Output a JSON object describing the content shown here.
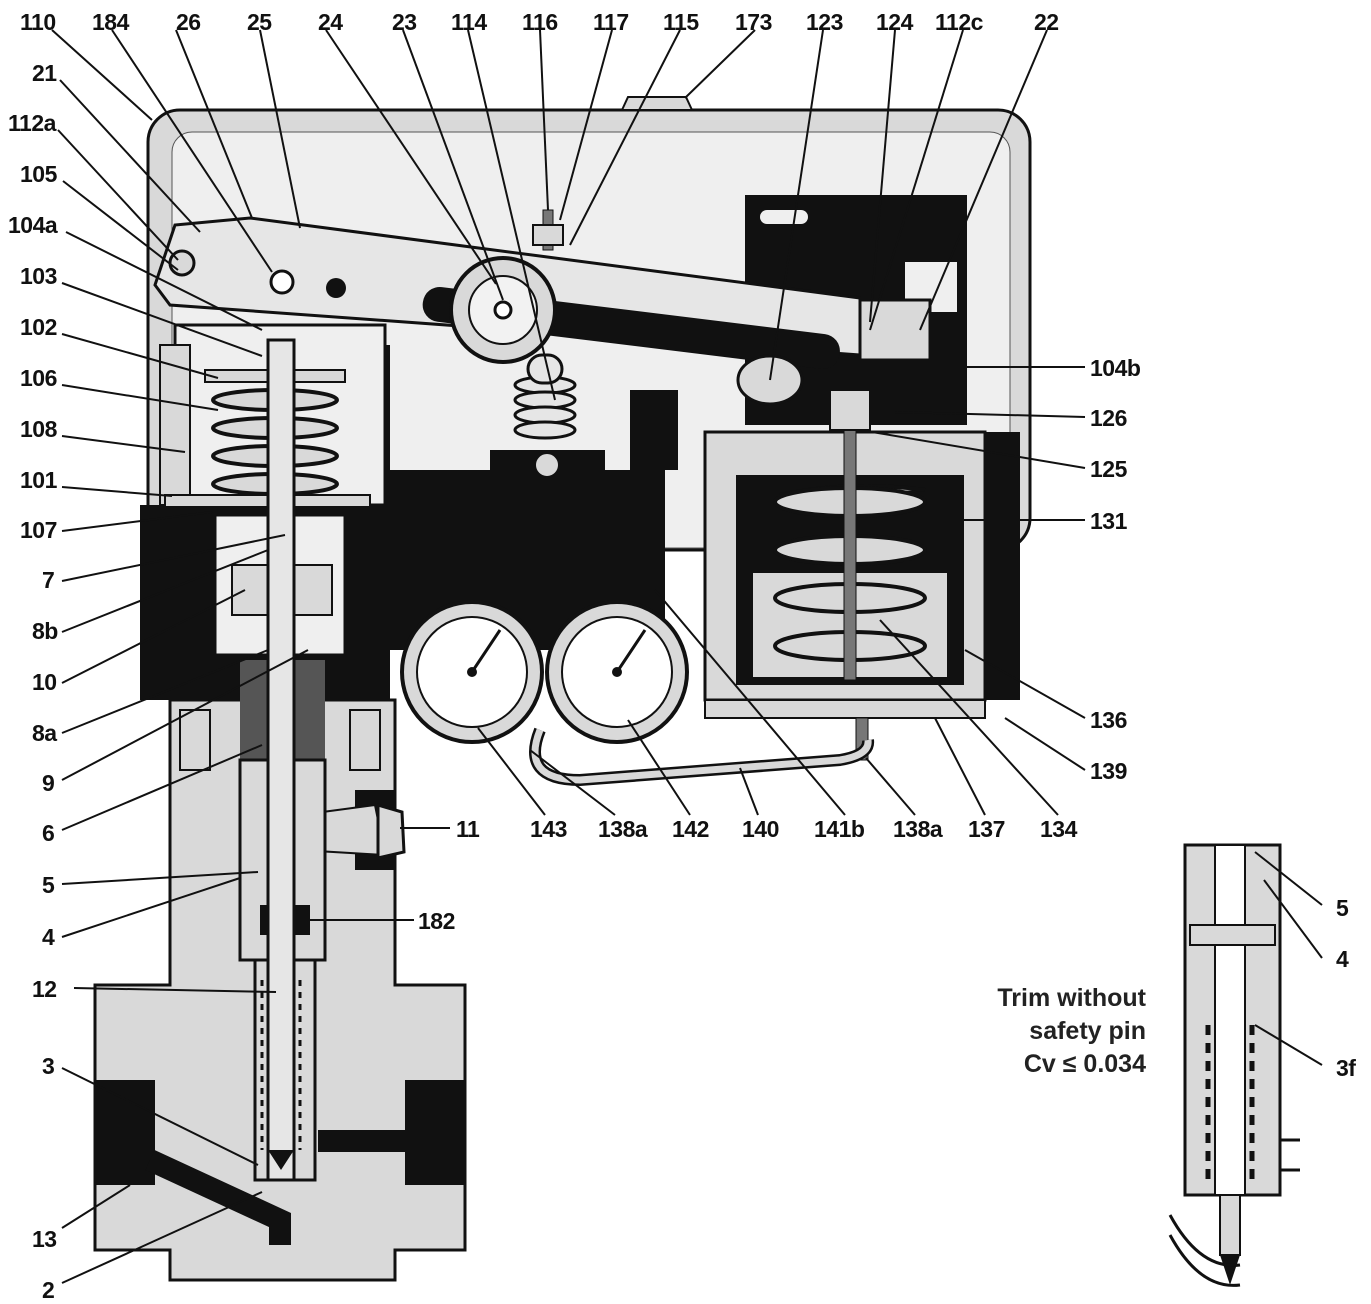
{
  "diagram": {
    "colors": {
      "body": "#d9d9d9",
      "dark": "#111111",
      "line": "#111111",
      "bg": "#ffffff",
      "light": "#f2f2f2"
    },
    "labels": {
      "p110": "110",
      "p184": "184",
      "p26": "26",
      "p25": "25",
      "p24": "24",
      "p23": "23",
      "p114": "114",
      "p116": "116",
      "p117": "117",
      "p115": "115",
      "p173": "173",
      "p123": "123",
      "p124": "124",
      "p112c": "112c",
      "p22": "22",
      "p21": "21",
      "p112a": "112a",
      "p105": "105",
      "p104a": "104a",
      "p103": "103",
      "p102": "102",
      "p106": "106",
      "p108": "108",
      "p101": "101",
      "p107": "107",
      "p7": "7",
      "p8b": "8b",
      "p10": "10",
      "p8a": "8a",
      "p9": "9",
      "p6": "6",
      "p5": "5",
      "p4": "4",
      "p12": "12",
      "p3": "3",
      "p13": "13",
      "p2": "2",
      "p104b": "104b",
      "p126": "126",
      "p125": "125",
      "p131": "131",
      "p136": "136",
      "p139": "139",
      "p11": "11",
      "p143": "143",
      "p138a_1": "138a",
      "p142": "142",
      "p140": "140",
      "p141b": "141b",
      "p138a_2": "138a",
      "p137": "137",
      "p134": "134",
      "p182": "182",
      "p5_inset": "5",
      "p4_inset": "4",
      "p3f": "3f"
    },
    "inset_note": [
      "Trim without",
      "safety pin",
      "Cv ≤ 0.034"
    ]
  }
}
